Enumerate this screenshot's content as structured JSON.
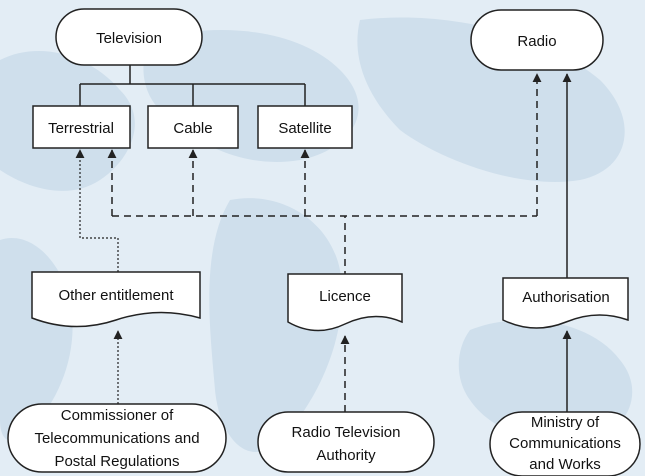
{
  "diagram": {
    "colors": {
      "background": "#e3edf5",
      "map": "#cfdfec",
      "node_fill": "#ffffff",
      "stroke": "#222222"
    },
    "nodes": {
      "television": {
        "label": "Television"
      },
      "radio": {
        "label": "Radio"
      },
      "terrestrial": {
        "label": "Terrestrial"
      },
      "cable": {
        "label": "Cable"
      },
      "satellite": {
        "label": "Satellite"
      },
      "other_entitlement": {
        "label": "Other entitlement"
      },
      "licence": {
        "label": "Licence"
      },
      "authorisation": {
        "label": "Authorisation"
      },
      "commissioner": {
        "lines": [
          "Commissioner of",
          "Telecommunications and",
          "Postal Regulations"
        ]
      },
      "radio_tv_authority": {
        "lines": [
          "Radio Television",
          "Authority"
        ]
      },
      "ministry": {
        "lines": [
          "Ministry of",
          "Communications",
          "and Works"
        ]
      }
    }
  }
}
